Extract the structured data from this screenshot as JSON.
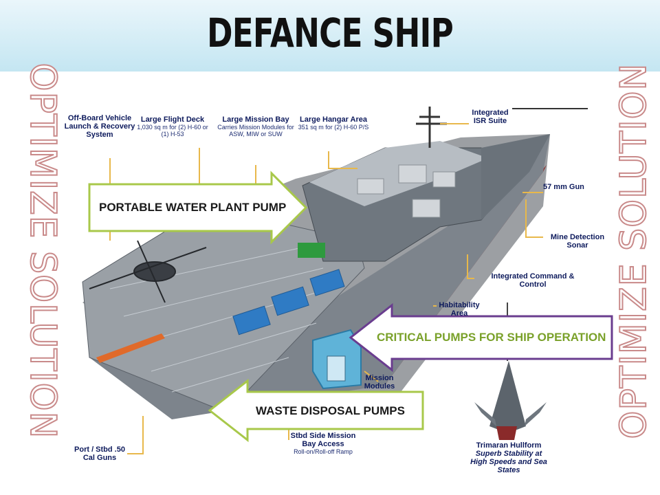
{
  "header": {
    "title": "DEFANCE SHIP"
  },
  "side_text": {
    "left": "OPTIMIZE SOLUTION",
    "right": "OPTIMIZE SOLUTION"
  },
  "labels": {
    "offboard": "Off-Board Vehicle Launch & Recovery System",
    "flightdeck_title": "Large Flight Deck",
    "flightdeck_sub": "1,030 sq m for (2) H-60 or (1) H-53",
    "missionbay_title": "Large Mission Bay",
    "missionbay_sub": "Carries Mission Modules for ASW, MIW or SUW",
    "hangar_title": "Large Hangar Area",
    "hangar_sub": "351 sq m for (2) H-60 P/S",
    "isr": "Integrated ISR Suite",
    "gun": "57 mm Gun",
    "sonar": "Mine Detection Sonar",
    "command": "Integrated Command & Control",
    "habitability": "Habitability Area",
    "mission_modules": "Mission Modules",
    "portstbd": "Port / Stbd .50 Cal Guns",
    "sidebay_title": "Stbd Side Mission Bay Access",
    "sidebay_sub": "Roll-on/Roll-off Ramp",
    "trimaran_title": "Trimaran Hullform",
    "trimaran_sub": "Superb Stability at High Speeds and Sea States"
  },
  "callouts": {
    "water": "PORTABLE WATER PLANT PUMP",
    "critical": "CRITICAL PUMPS FOR SHIP OPERATION",
    "waste": "WASTE DISPOSAL PUMPS"
  },
  "colors": {
    "label_text": "#0d1a5c",
    "leader": "#e8b84a",
    "callout_green": "#7aa12a",
    "callout_border_green": "#a8c84a",
    "callout_border_purple": "#6a3d8f",
    "callout_text_dark": "#1a1a1a",
    "hull_red": "#8a2a2a",
    "hull_grey": "#8a9096"
  }
}
